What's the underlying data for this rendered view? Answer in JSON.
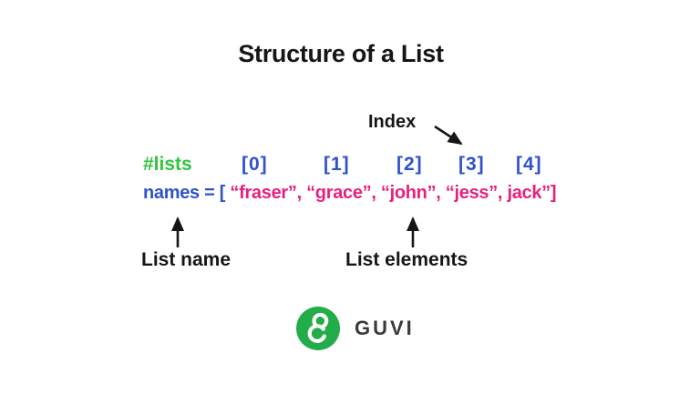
{
  "title": "Structure of a List",
  "labels": {
    "index": "Index",
    "list_name": "List name",
    "list_elements": "List elements"
  },
  "code": {
    "comment": "#lists",
    "indices": [
      "[0]",
      "[1]",
      "[2]",
      "[3]",
      "[4]"
    ],
    "declaration": "names = [",
    "elements": "“fraser”, “grace”, “john”, “jess”, jack”]"
  },
  "logo": {
    "text": "GUVI",
    "icon": "guvi-g-icon"
  },
  "colors": {
    "comment_green": "#2fc43c",
    "index_blue": "#2d52cb",
    "element_pink": "#e91f7d",
    "logo_green": "#23ac4a",
    "ink": "#161616",
    "logo_ink": "#3a3a3a"
  }
}
